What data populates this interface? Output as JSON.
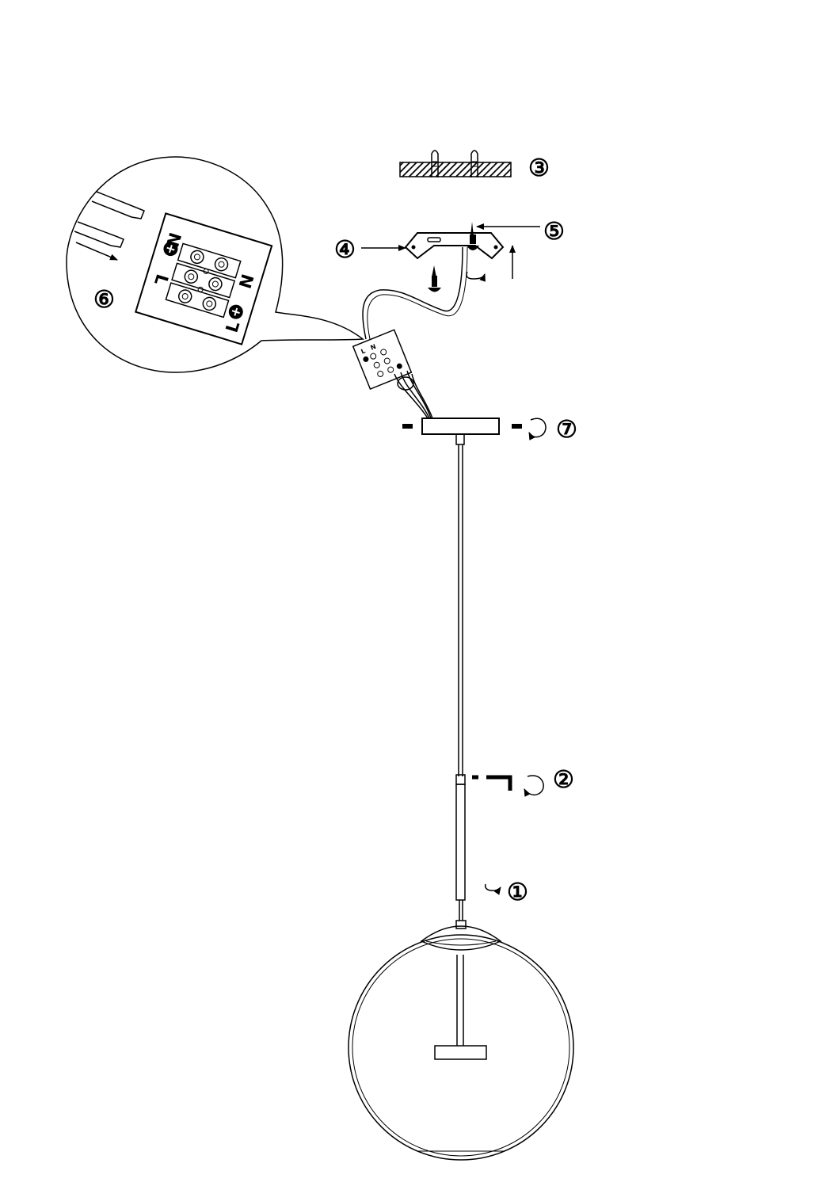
{
  "steps": {
    "s1": "①",
    "s2": "②",
    "s3": "③",
    "s4": "④",
    "s5": "⑤",
    "s6": "⑥",
    "s7": "⑦"
  },
  "terminal": {
    "neutral": "N",
    "live": "L"
  },
  "colors": {
    "line": "#000000",
    "hatch": "#555555",
    "background": "#ffffff"
  }
}
